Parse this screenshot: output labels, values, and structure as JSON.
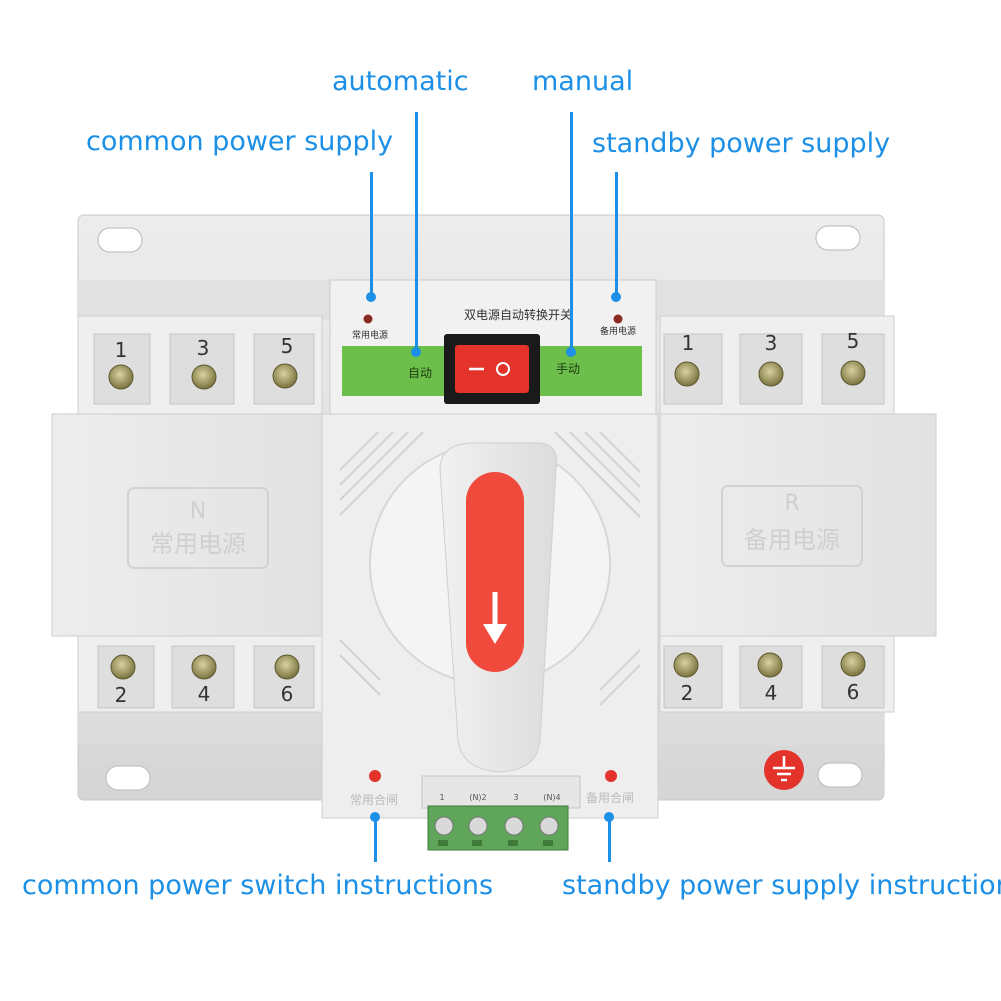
{
  "callouts": {
    "automatic": "automatic",
    "manual": "manual",
    "common_supply": "common power supply",
    "standby_supply": "standby power supply",
    "common_switch": "common power switch instructions",
    "standby_instructions": "standby power supply instructions"
  },
  "device": {
    "panel_title": "双电源自动转换开关",
    "common_supply_indicator": "常用电源",
    "standby_supply_indicator": "备用电源",
    "auto_label": "自动",
    "manual_label": "手动",
    "common_module": {
      "letter": "N",
      "name": "常用电源"
    },
    "standby_module": {
      "letter": "R",
      "name": "备用电源"
    },
    "common_closed_label": "常用合闸",
    "standby_closed_label": "备用合闸",
    "terminals_top": [
      "1",
      "3",
      "5"
    ],
    "terminals_bottom": [
      "2",
      "4",
      "6"
    ],
    "block_labels": [
      "1",
      "(N)2",
      "3",
      "(N)4"
    ]
  },
  "colors": {
    "callout": "#1c8fe6",
    "housing": "#e8e8e8",
    "indicator_red": "#e3332b",
    "handle_red": "#ef4a3c",
    "stripe_green": "#6cbf4a",
    "terminal_block_green": "#5fa55a"
  }
}
